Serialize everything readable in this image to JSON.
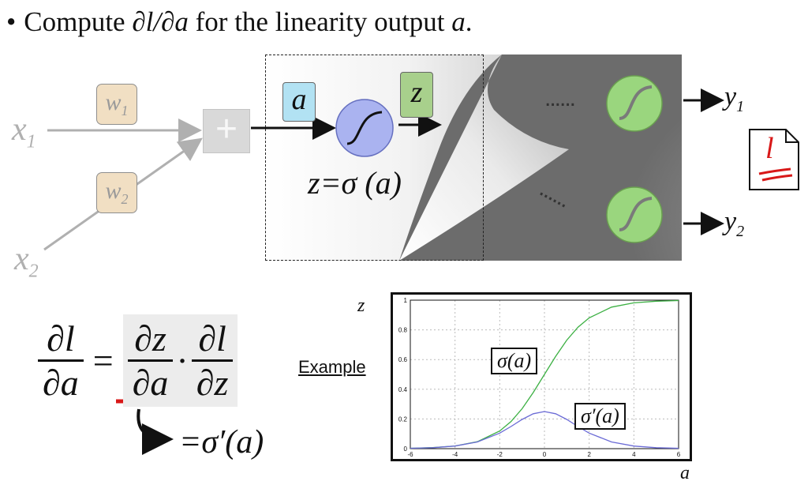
{
  "header": {
    "bullet": "•",
    "text_before": "Compute ",
    "derivative": "∂l/∂a",
    "text_middle": " for the linearity output ",
    "var_a": "a",
    "text_end": "."
  },
  "neuron": {
    "x1": "x",
    "x1_sub": "1",
    "x2": "x",
    "x2_sub": "2",
    "w1": "w",
    "w1_sub": "1",
    "w2": "w",
    "w2_sub": "2",
    "plus": "+",
    "a_box": "a",
    "z_box": "z",
    "z_equation": "z=σ (a)",
    "dots": "......",
    "y1": "y",
    "y1_sub": "1",
    "y2": "y",
    "y2_sub": "2",
    "loss": "l"
  },
  "formula": {
    "lhs_num": "∂l",
    "lhs_den": "∂a",
    "equals": "=",
    "f1_num": "∂z",
    "f1_den": "∂a",
    "dot": "·",
    "f2_num": "∂l",
    "f2_den": "∂z",
    "result": "=σ′(a)"
  },
  "example": {
    "label": "Example",
    "z_axis": "z",
    "a_axis": "a",
    "sigma_label": "σ(a)",
    "sigma_prime_label": "σ′(a)"
  },
  "colors": {
    "sigmoid_curve": "#3cb043",
    "derivative_curve": "#6b6bd6",
    "a_box": "#b2e2f3",
    "z_box": "#a8d08c",
    "w_box": "#f1dfc3",
    "annotation_red": "#d81818",
    "circle_blue": "#aab3f0",
    "circle_green": "#9ad67e"
  },
  "chart_data": {
    "type": "line",
    "x": [
      -6,
      -5,
      -4,
      -3,
      -2,
      -1.5,
      -1,
      -0.5,
      0,
      0.5,
      1,
      1.5,
      2,
      3,
      4,
      5,
      6
    ],
    "series": [
      {
        "values": [
          0.0025,
          0.0067,
          0.018,
          0.047,
          0.119,
          0.182,
          0.269,
          0.378,
          0.5,
          0.622,
          0.731,
          0.818,
          0.881,
          0.953,
          0.982,
          0.993,
          0.9975
        ]
      },
      {
        "values": [
          0.0025,
          0.0066,
          0.0177,
          0.0452,
          0.105,
          0.149,
          0.197,
          0.235,
          0.25,
          0.235,
          0.197,
          0.149,
          0.105,
          0.0452,
          0.0177,
          0.0066,
          0.0025
        ]
      }
    ],
    "xticks": [
      "-6",
      "-4",
      "-2",
      "0",
      "2",
      "4",
      "6"
    ],
    "yticks": [
      "0",
      "0.2",
      "0.4",
      "0.6",
      "0.8",
      "1"
    ],
    "xlim": [
      -6,
      6
    ],
    "ylim": [
      0,
      1
    ],
    "grid": true
  }
}
